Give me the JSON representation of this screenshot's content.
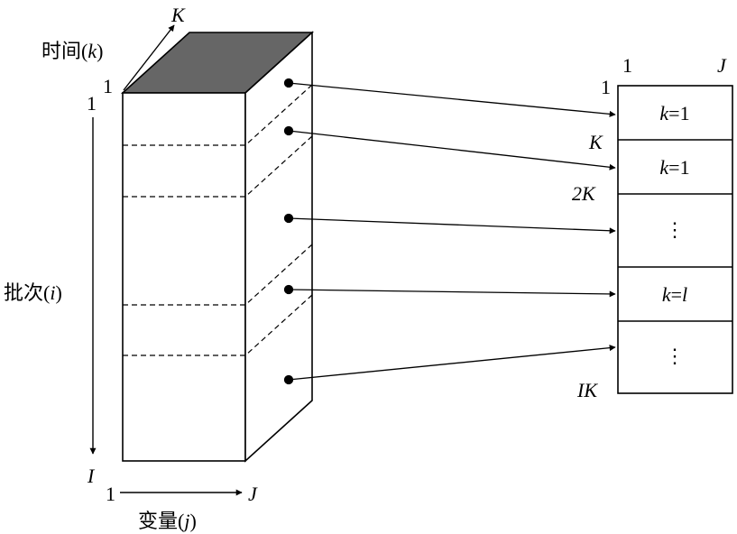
{
  "axes": {
    "time": {
      "label_cn": "时间",
      "label_var": "k",
      "start": "1",
      "end": "K"
    },
    "batch": {
      "label_cn": "批次",
      "label_var": "i",
      "start": "1",
      "end": "I"
    },
    "variable": {
      "label_cn": "变量",
      "label_var": "j",
      "start": "1",
      "end": "J"
    }
  },
  "matrix": {
    "col_start": "1",
    "col_end": "J",
    "rows": [
      {
        "row_label": "1",
        "cell": "k=1"
      },
      {
        "row_label": "K",
        "cell": "k=1"
      },
      {
        "row_label": "2K",
        "cell": "⋮"
      },
      {
        "row_label": "",
        "cell": "k=l"
      },
      {
        "row_label": "",
        "cell": "⋮"
      }
    ],
    "end_label": "IK"
  }
}
